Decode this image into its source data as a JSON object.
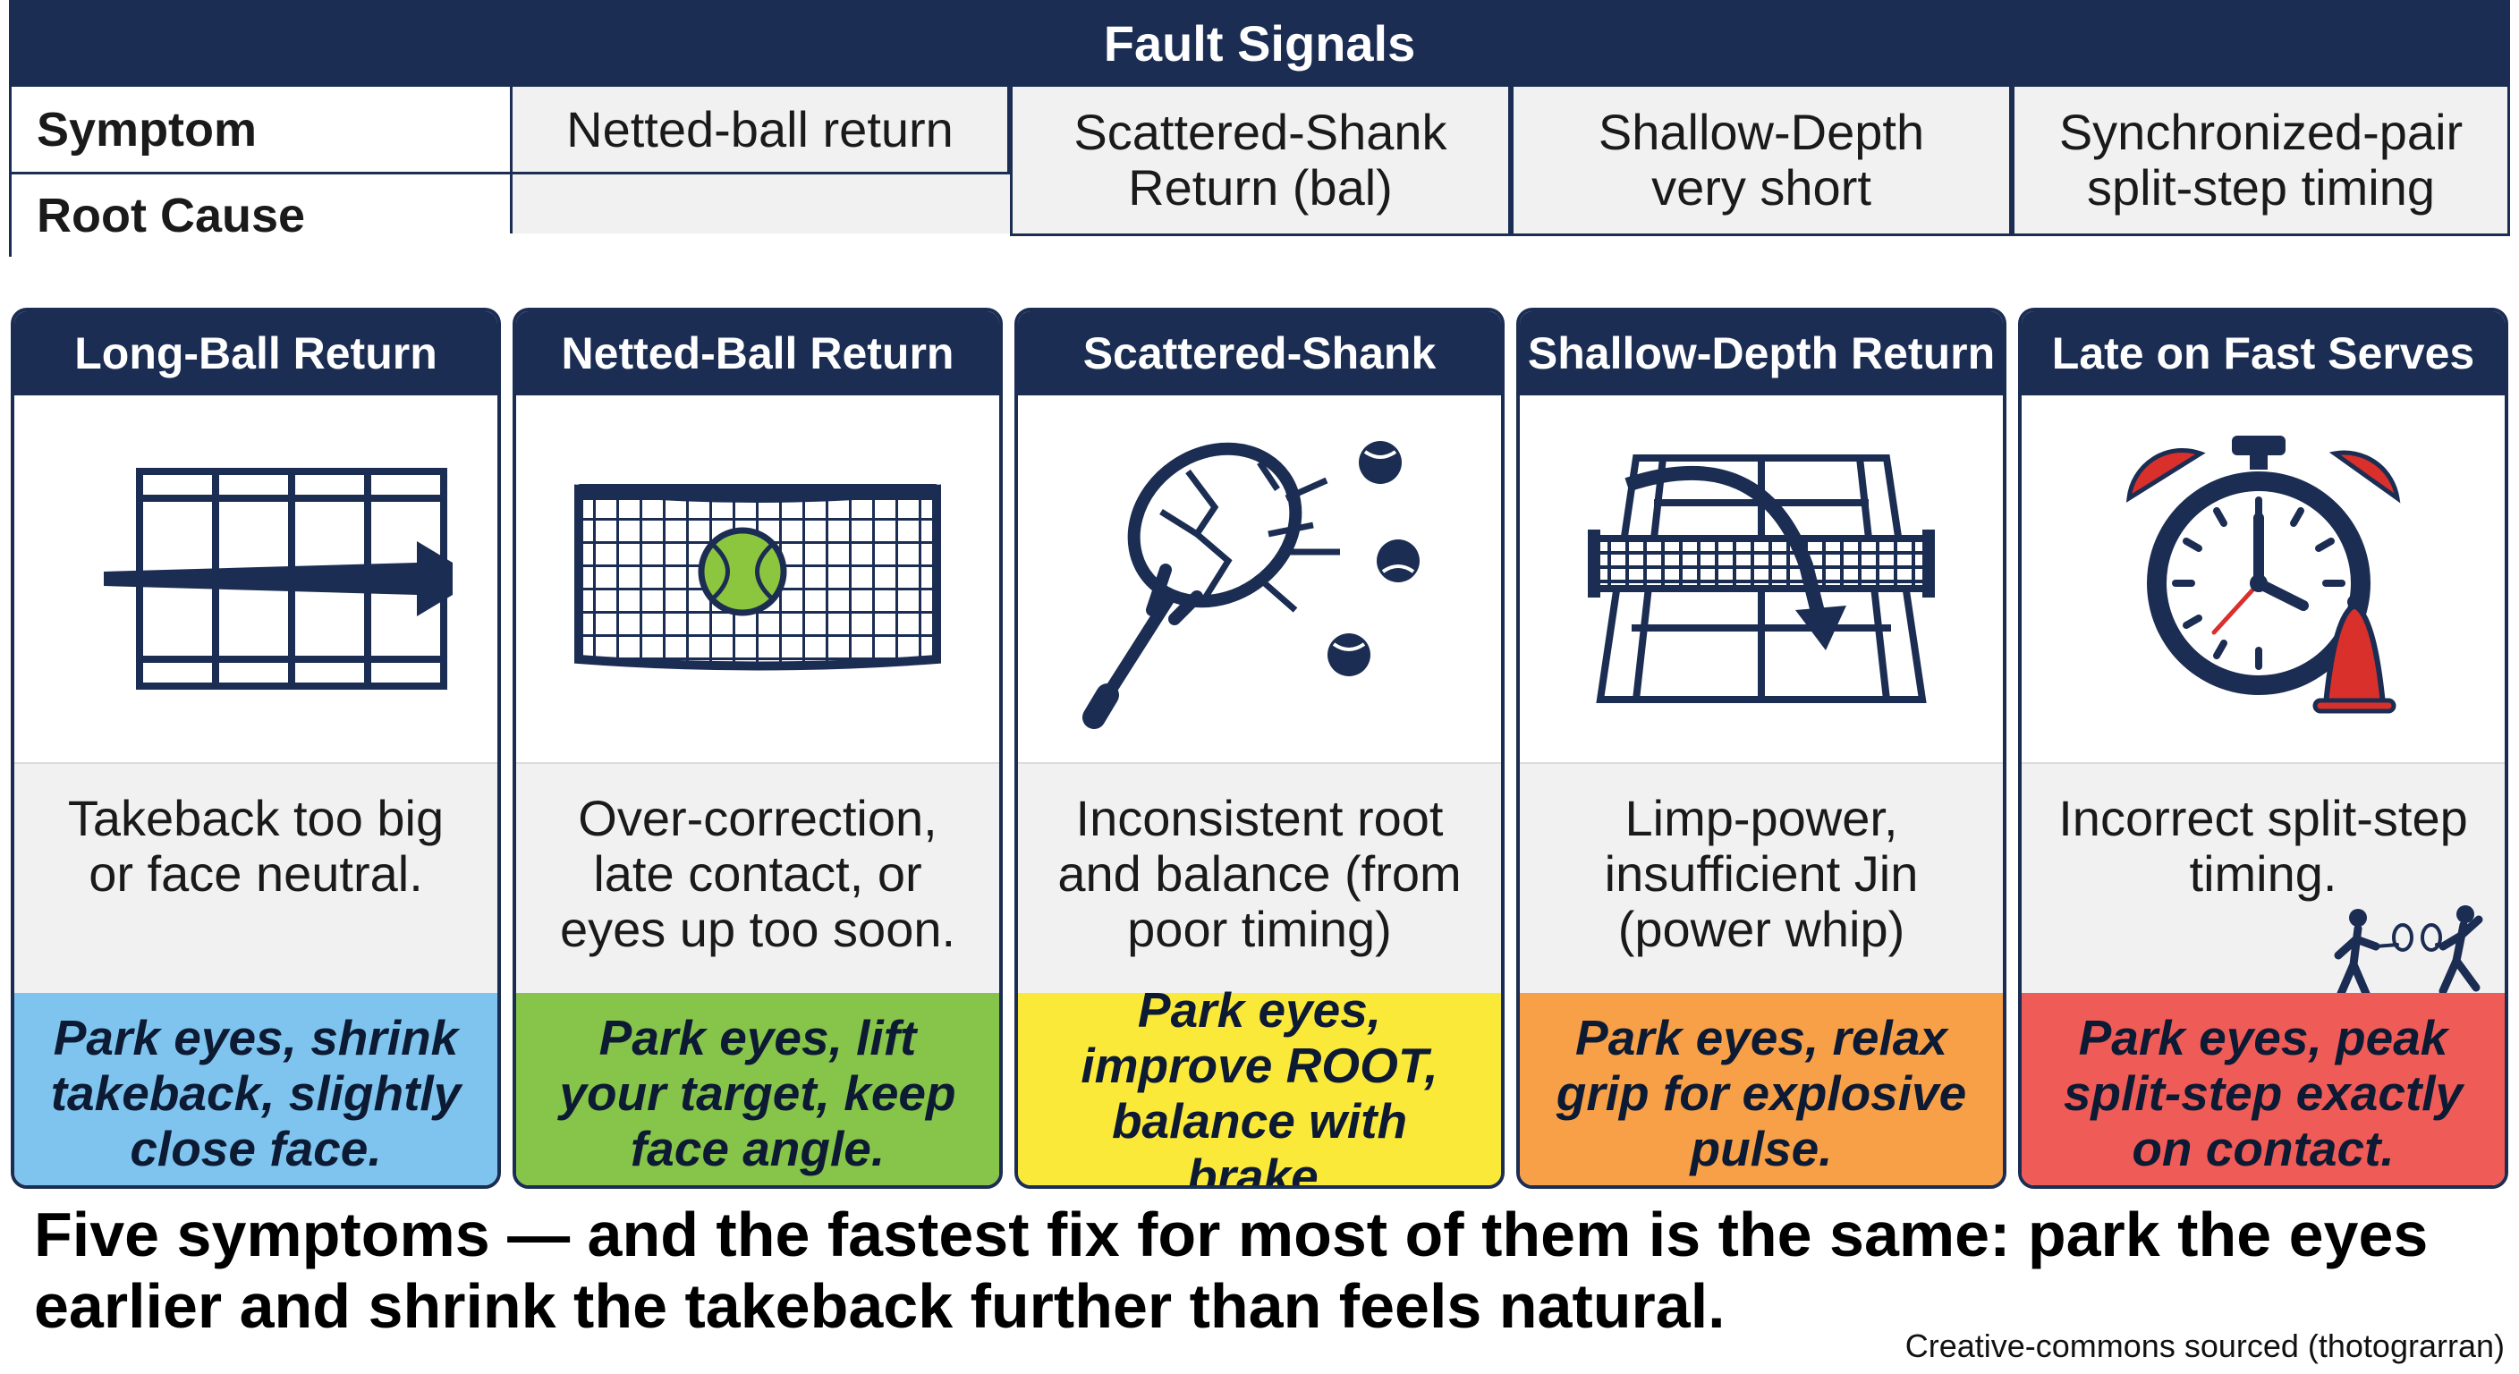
{
  "table": {
    "title": "Fault Signals",
    "row_labels": [
      "Symptom",
      "Root Cause"
    ],
    "cells": [
      "Netted-ball return",
      "Scattered-Shank Return  (bal)",
      "Shallow-Depth very short",
      "Synchronized-pair split-step timing"
    ]
  },
  "cards": [
    {
      "title": "Long-Ball Return",
      "icon": "court-arrow-icon",
      "cause": "Takeback too big or face neutral.",
      "fix": "Park eyes, shrink takeback, slightly close face.",
      "color": "#7ec4ee"
    },
    {
      "title": "Netted-Ball Return",
      "icon": "net-ball-icon",
      "cause": "Over-correction, late contact, or eyes up too soon.",
      "fix": "Park eyes, lift your target, keep face angle.",
      "color": "#86c44a"
    },
    {
      "title": "Scattered-Shank",
      "icon": "broken-racket-icon",
      "cause": "Inconsistent root and balance (from poor timing)",
      "fix": "Park eyes, improve ROOT, balance with brake.",
      "color": "#fbe93a"
    },
    {
      "title": "Shallow-Depth Return",
      "icon": "short-ball-court-icon",
      "cause": "Limp-power, insufficient Jin (power whip)",
      "fix": "Park eyes, relax grip for explosive pulse.",
      "color": "#f8a047"
    },
    {
      "title": "Late on Fast Serves",
      "icon": "alarm-clock-icon",
      "cause": "Incorrect split-step timing.",
      "fix": "Park eyes, peak split-step exactly on contact.",
      "color": "#ef5b57"
    }
  ],
  "tagline": "Five symptoms — and the fastest fix for most of them is the same: park the eyes earlier and shrink the takeback further than feels natural.",
  "credit": "Creative-commons sourced (thotograrran)",
  "colors": {
    "navy": "#1b2d52",
    "alarm_red": "#d9302c",
    "ball_green": "#8cc63f"
  }
}
